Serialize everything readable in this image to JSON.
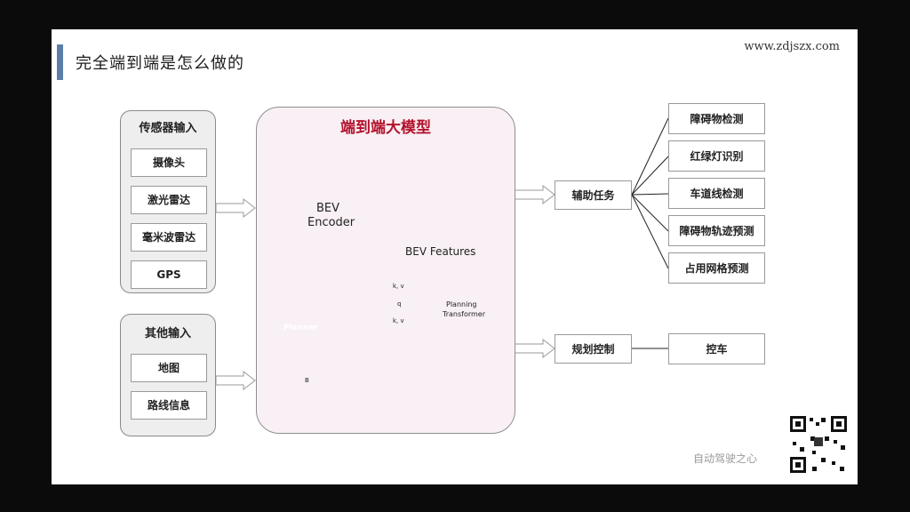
{
  "slide": {
    "title": "完全端到端是怎么做的",
    "url": "www.zdjszx.com"
  },
  "sensor_group": {
    "title": "传感器输入",
    "items": [
      "摄像头",
      "激光雷达",
      "毫米波雷达",
      "GPS"
    ]
  },
  "other_group": {
    "title": "其他输入",
    "items": [
      "地图",
      "路线信息"
    ]
  },
  "model": {
    "title": "端到端大模型",
    "encoder": [
      "BEV",
      "Encoder"
    ],
    "features_label": "BEV Features",
    "planner_label": "Planner",
    "planning_transformer": [
      "Planning",
      "Transformer"
    ],
    "arrow_labels": [
      "k, v",
      "q",
      "k, v"
    ],
    "b_label": "B"
  },
  "aux": {
    "label": "辅助任务",
    "items": [
      "障碍物检测",
      "红绿灯识别",
      "车道线检测",
      "障碍物轨迹预测",
      "占用网格预测"
    ]
  },
  "plan": {
    "label": "规划控制",
    "output": "控车"
  },
  "watermark": "自动驾驶之心",
  "colors": {
    "title_accent": "#5b7ea8",
    "model_title": "#b3122c",
    "model_bg": "#f8f0f4",
    "features_fill": "#f7e6cf",
    "kv_blue": "#dfe8f4",
    "q_green": "#c9ecc0",
    "kv_pink": "#f5c6d3",
    "planner_red": "#c8334a",
    "transformer_fill": "#e6f5e0"
  }
}
